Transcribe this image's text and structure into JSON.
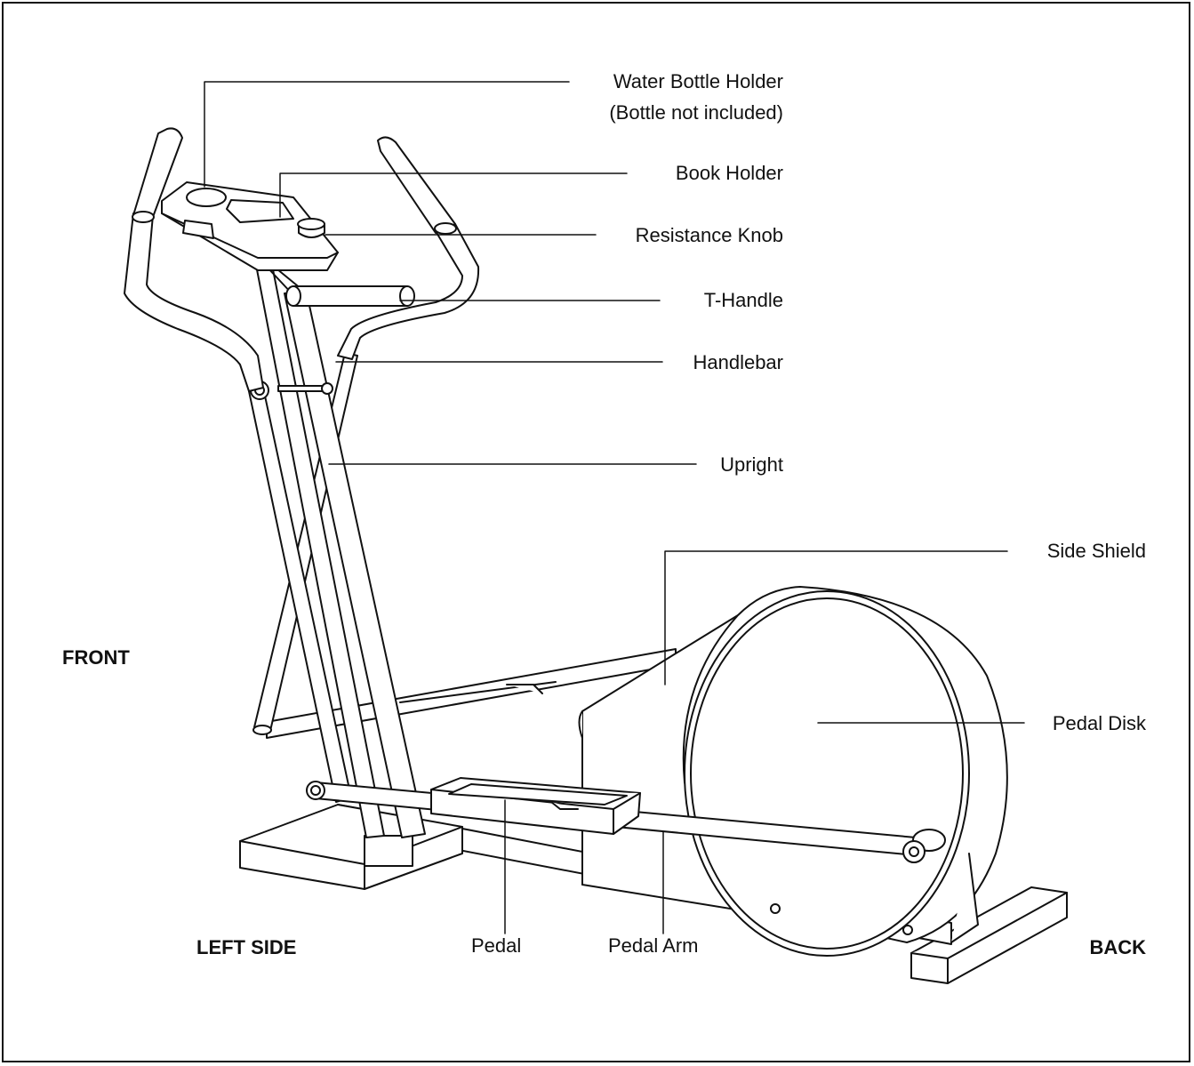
{
  "labels": {
    "water_bottle_holder": "Water Bottle Holder",
    "bottle_not_included": "(Bottle not included)",
    "book_holder": "Book Holder",
    "resistance_knob": "Resistance Knob",
    "t_handle": "T-Handle",
    "handlebar": "Handlebar",
    "upright": "Upright",
    "side_shield": "Side Shield",
    "pedal_disk": "Pedal Disk",
    "pedal": "Pedal",
    "pedal_arm": "Pedal Arm"
  },
  "orientation": {
    "front": "FRONT",
    "left_side": "LEFT SIDE",
    "back": "BACK"
  }
}
